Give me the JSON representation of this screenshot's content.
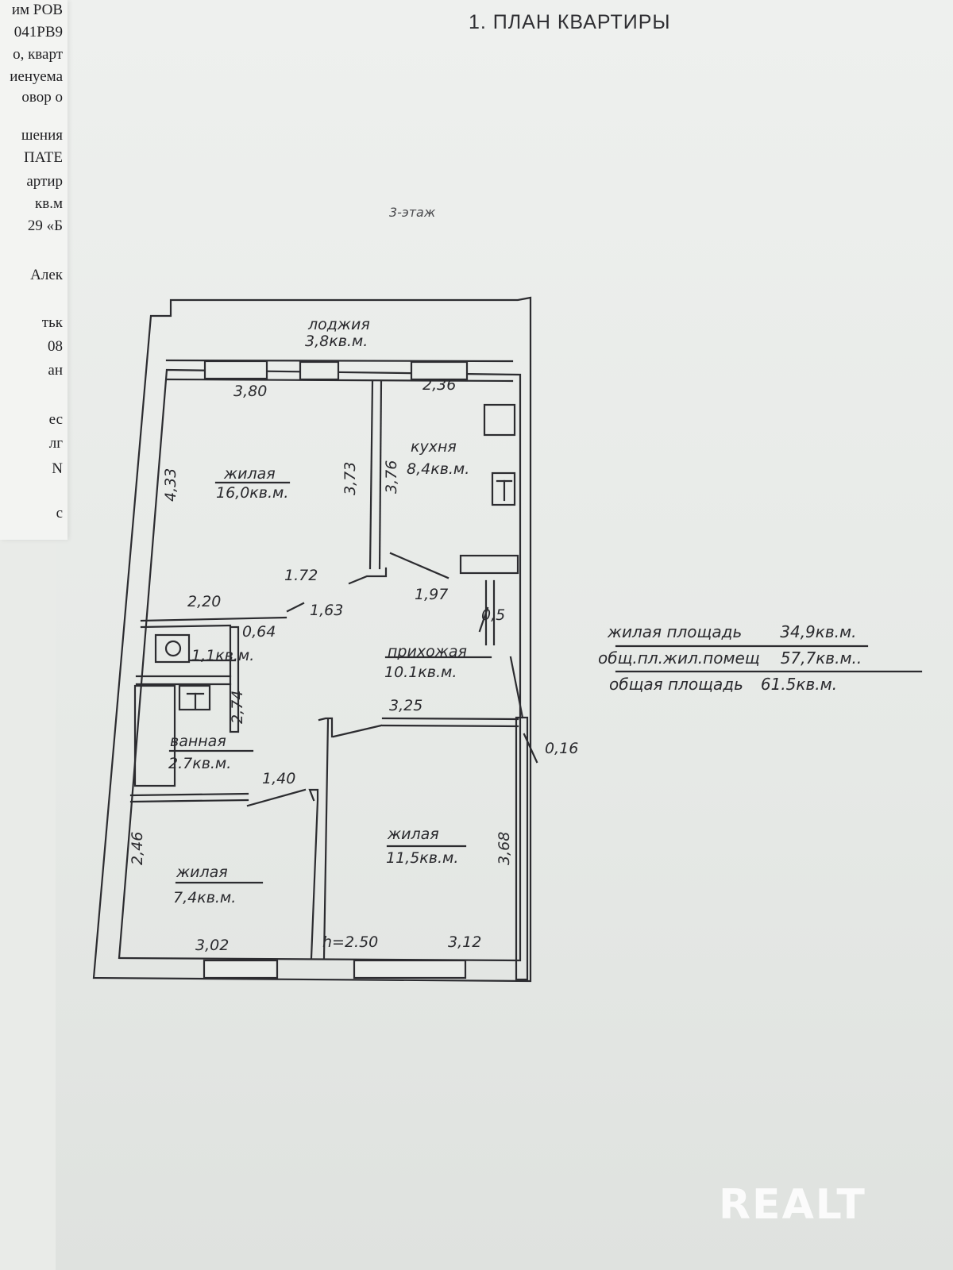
{
  "document": {
    "title": "1. ПЛАН КВАРТИРЫ",
    "floor": "3-этаж"
  },
  "left_page_fragments": [
    "им РОВ",
    "041РВ9",
    "о, кварт",
    "иенуема",
    "овор о",
    "шения",
    "ПАТЕ",
    "артир",
    "кв.м",
    "29 «Б",
    "Алек",
    "тьк",
    "08",
    "ан",
    "ес",
    "лг",
    "N",
    "с"
  ],
  "rooms": [
    {
      "name": "лоджия",
      "area": "3,8кв.м."
    },
    {
      "name": "жилая",
      "area": "16,0кв.м."
    },
    {
      "name": "кухня",
      "area": "8,4кв.м."
    },
    {
      "name": "прихожая",
      "area": "10.1кв.м."
    },
    {
      "name": "",
      "area": "1,1кв.м."
    },
    {
      "name": "ванная",
      "area": "2.7кв.м."
    },
    {
      "name": "жилая",
      "area": "7,4кв.м."
    },
    {
      "name": "жилая",
      "area": "11,5кв.м."
    }
  ],
  "dimensions": [
    "3,80",
    "2,36",
    "4,33",
    "3,73",
    "3,76",
    "1.72",
    "1,63",
    "1,97",
    "2,20",
    "0,64",
    "0,5",
    "2,74",
    "3,25",
    "1,40",
    "0,16",
    "2,46",
    "3,68",
    "3,02",
    "h=2.50",
    "3,12"
  ],
  "summary": [
    {
      "label": "жилая площадь",
      "value": "34,9кв.м."
    },
    {
      "label": "общ.пл.жил.помещ",
      "value": "57,7кв.м.."
    },
    {
      "label": "общая площадь",
      "value": "61.5кв.м."
    }
  ],
  "watermark": "REALT"
}
